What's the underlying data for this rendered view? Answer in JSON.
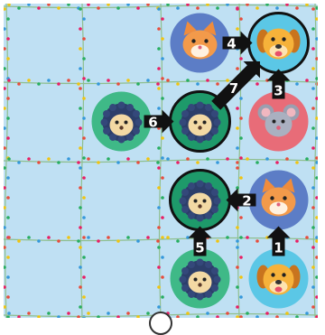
{
  "board": {
    "rows": 4,
    "cols": 4,
    "background": "#bfe0f3",
    "light_colors": [
      "#e74c3c",
      "#f1c40f",
      "#27ae60",
      "#3498db",
      "#e91e63"
    ]
  },
  "tokens": [
    {
      "row": 0,
      "col": 2,
      "animal": "cat",
      "bg": "#5c7dc6",
      "selected": false
    },
    {
      "row": 0,
      "col": 3,
      "animal": "dog",
      "bg": "#5bc7e6",
      "selected": true
    },
    {
      "row": 1,
      "col": 1,
      "animal": "hedgehog",
      "bg": "#3fb987",
      "selected": false
    },
    {
      "row": 1,
      "col": 2,
      "animal": "hedgehog",
      "bg": "#1e9a6a",
      "selected": true
    },
    {
      "row": 1,
      "col": 3,
      "animal": "mouse",
      "bg": "#e86c78",
      "selected": false
    },
    {
      "row": 2,
      "col": 2,
      "animal": "hedgehog",
      "bg": "#1e9a6a",
      "selected": true
    },
    {
      "row": 2,
      "col": 3,
      "animal": "cat",
      "bg": "#5c7dc6",
      "selected": false
    },
    {
      "row": 3,
      "col": 2,
      "animal": "hedgehog",
      "bg": "#3fb987",
      "selected": false
    },
    {
      "row": 3,
      "col": 3,
      "animal": "dog",
      "bg": "#5bc7e6",
      "selected": false
    }
  ],
  "moves": [
    {
      "label": "1",
      "from": [
        3,
        3
      ],
      "to": [
        2,
        3
      ]
    },
    {
      "label": "2",
      "from": [
        2,
        3
      ],
      "to": [
        2,
        2
      ]
    },
    {
      "label": "3",
      "from": [
        1,
        3
      ],
      "to": [
        0,
        3
      ]
    },
    {
      "label": "4",
      "from": [
        0,
        2
      ],
      "to": [
        0,
        3
      ]
    },
    {
      "label": "5",
      "from": [
        3,
        2
      ],
      "to": [
        2,
        2
      ]
    },
    {
      "label": "6",
      "from": [
        1,
        1
      ],
      "to": [
        1,
        2
      ]
    },
    {
      "label": "7",
      "from": [
        1,
        2
      ],
      "to": [
        0,
        3
      ]
    }
  ]
}
